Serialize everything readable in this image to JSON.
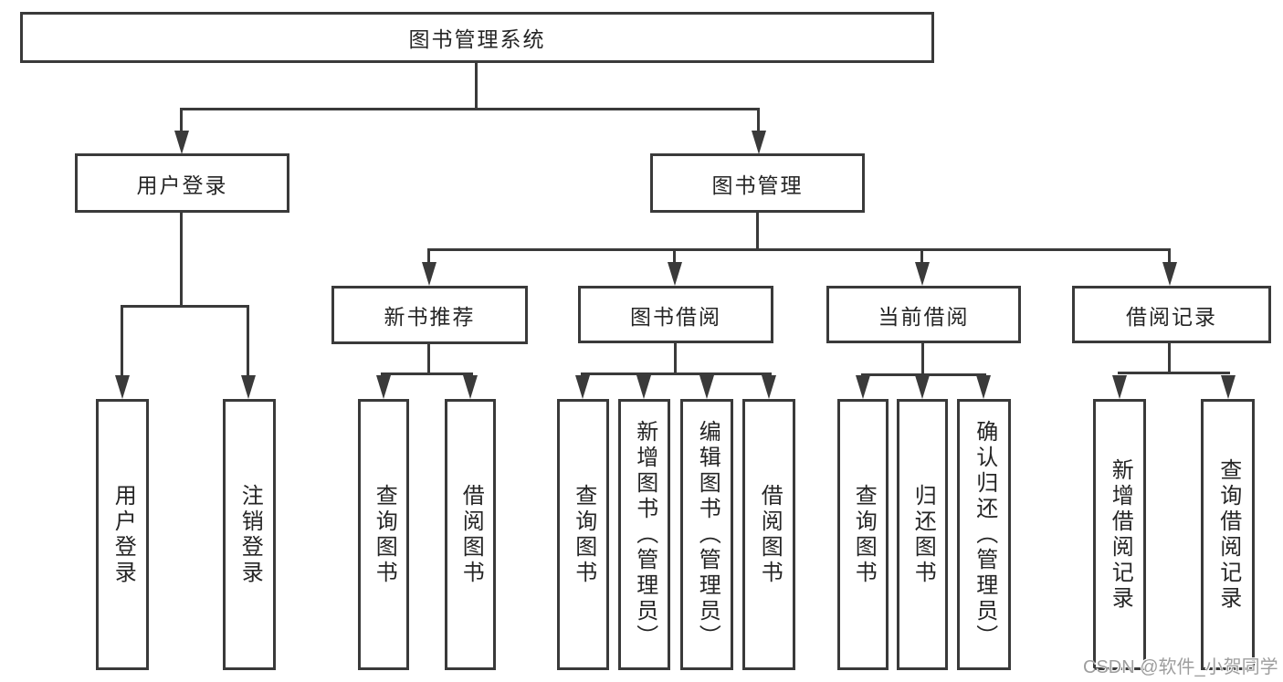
{
  "tree": {
    "root": {
      "label": "图书管理系统"
    },
    "children": [
      {
        "label": "用户登录",
        "children": [
          {
            "label": "用户登录"
          },
          {
            "label": "注销登录"
          }
        ]
      },
      {
        "label": "图书管理",
        "children": [
          {
            "label": "新书推荐",
            "children": [
              {
                "label": "查询图书"
              },
              {
                "label": "借阅图书"
              }
            ]
          },
          {
            "label": "图书借阅",
            "children": [
              {
                "label": "查询图书"
              },
              {
                "label": "新增图书（管理员）"
              },
              {
                "label": "编辑图书（管理员）"
              },
              {
                "label": "借阅图书"
              }
            ]
          },
          {
            "label": "当前借阅",
            "children": [
              {
                "label": "查询图书"
              },
              {
                "label": "归还图书"
              },
              {
                "label": "确认归还（管理员）"
              }
            ]
          },
          {
            "label": "借阅记录",
            "children": [
              {
                "label": "新增借阅记录"
              },
              {
                "label": "查询借阅记录"
              }
            ]
          }
        ]
      }
    ]
  },
  "watermark": {
    "text": "CSDN @软件_小贺同学",
    "color": "#9e9e9e"
  },
  "colors": {
    "line": "#3a3a3a",
    "box_border": "#3a3a3a",
    "box_background": "#ffffff",
    "text": "#252525",
    "page_background": "#ffffff"
  }
}
